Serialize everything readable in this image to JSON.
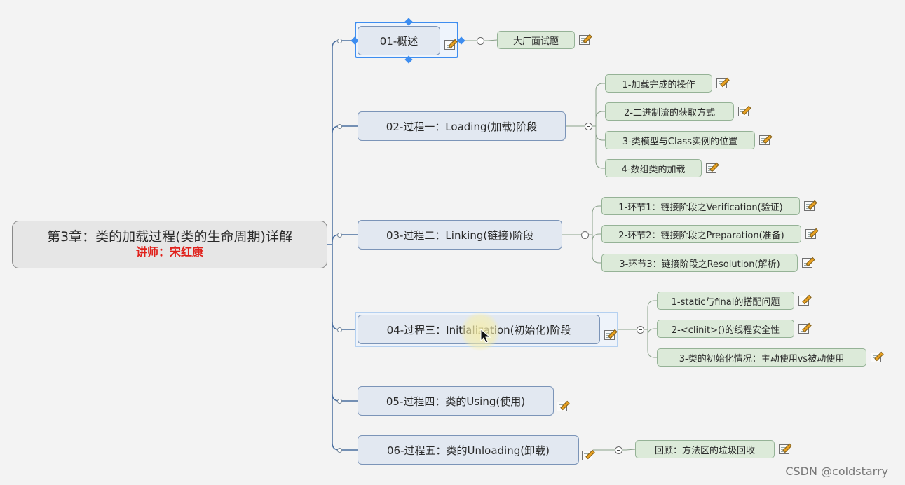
{
  "central": {
    "title": "第3章：类的加载过程(类的生命周期)详解",
    "lecturer": "讲师：宋红康"
  },
  "topics": [
    {
      "label": "01-概述",
      "has_note": true,
      "selected": true,
      "children": [
        "大厂面试题"
      ]
    },
    {
      "label": "02-过程一：Loading(加载)阶段",
      "has_note": false,
      "children": [
        "1-加载完成的操作",
        "2-二进制流的获取方式",
        "3-类模型与Class实例的位置",
        "4-数组类的加载"
      ]
    },
    {
      "label": "03-过程二：Linking(链接)阶段",
      "has_note": false,
      "children": [
        "1-环节1：链接阶段之Verification(验证)",
        "2-环节2：链接阶段之Preparation(准备)",
        "3-环节3：链接阶段之Resolution(解析)"
      ]
    },
    {
      "label": "04-过程三：Initialization(初始化)阶段",
      "has_note": true,
      "highlighted": true,
      "children": [
        "1-static与final的搭配问题",
        "2-<clinit>()的线程安全性",
        "3-类的初始化情况：主动使用vs被动使用"
      ]
    },
    {
      "label": "05-过程四：类的Using(使用)",
      "has_note": true,
      "children": []
    },
    {
      "label": "06-过程五：类的Unloading(卸载)",
      "has_note": true,
      "children": [
        "回顾：方法区的垃圾回收"
      ]
    }
  ],
  "icons": {
    "note": "note-pencil-icon",
    "collapse": "collapse-minus-icon",
    "cursor": "mouse-cursor-icon"
  },
  "colors": {
    "central_fill": "#e6e6e6",
    "topic_fill": "#e2e8f1",
    "topic_border": "#7b94b8",
    "subtopic_fill": "#dcead9",
    "subtopic_border": "#95b296",
    "line": "#4a6fa0",
    "lecturer_text": "#e0211b",
    "selection": "#3d8df0"
  },
  "watermark": "CSDN @coldstarry"
}
